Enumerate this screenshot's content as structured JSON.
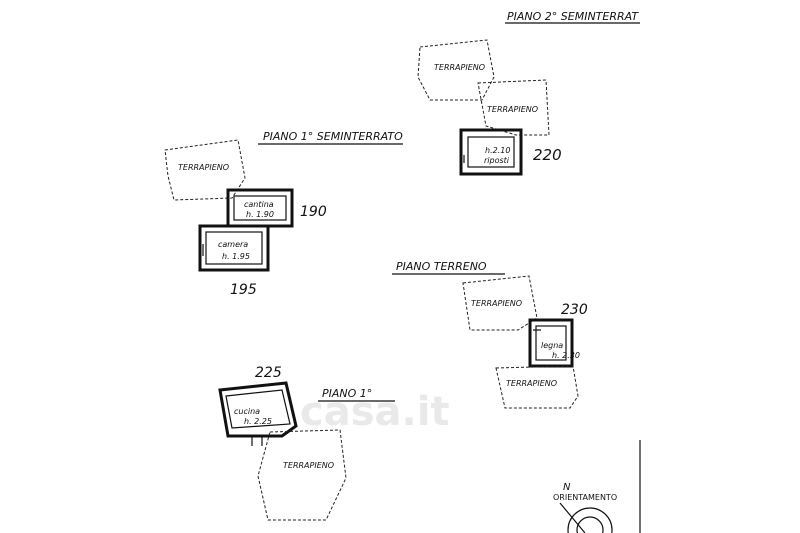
{
  "title": "PIANO 2° SEMINTERRAT",
  "floors": {
    "p2s": {
      "label": "PIANO 2° SEMINTERRAT",
      "terrapieno_1": "TERRAPIENO",
      "terrapieno_2": "TERRAPIENO",
      "room_height": "h.2.10",
      "room_name": "riposti",
      "elevation": "220"
    },
    "p1s": {
      "label": "PIANO 1° SEMINTERRATO",
      "terrapieno": "TERRAPIENO",
      "room1_name": "cantina",
      "room1_height": "h. 1.90",
      "room2_name": "camera",
      "room2_height": "h. 1.95",
      "elevation_1": "190",
      "elevation_2": "195"
    },
    "pt": {
      "label": "PIANO TERRENO",
      "terrapieno_1": "TERRAPIENO",
      "terrapieno_2": "TERRAPIENO",
      "room_name": "legna",
      "room_height": "h. 2.30",
      "elevation": "230"
    },
    "p1": {
      "label": "PIANO 1°",
      "terrapieno": "TERRAPIENO",
      "room_name": "cucina",
      "room_height": "h. 2.25",
      "elevation": "225"
    }
  },
  "orientation_label": "ORIENTAMENTO",
  "orientation_marker": "N",
  "watermark": "casa.it"
}
